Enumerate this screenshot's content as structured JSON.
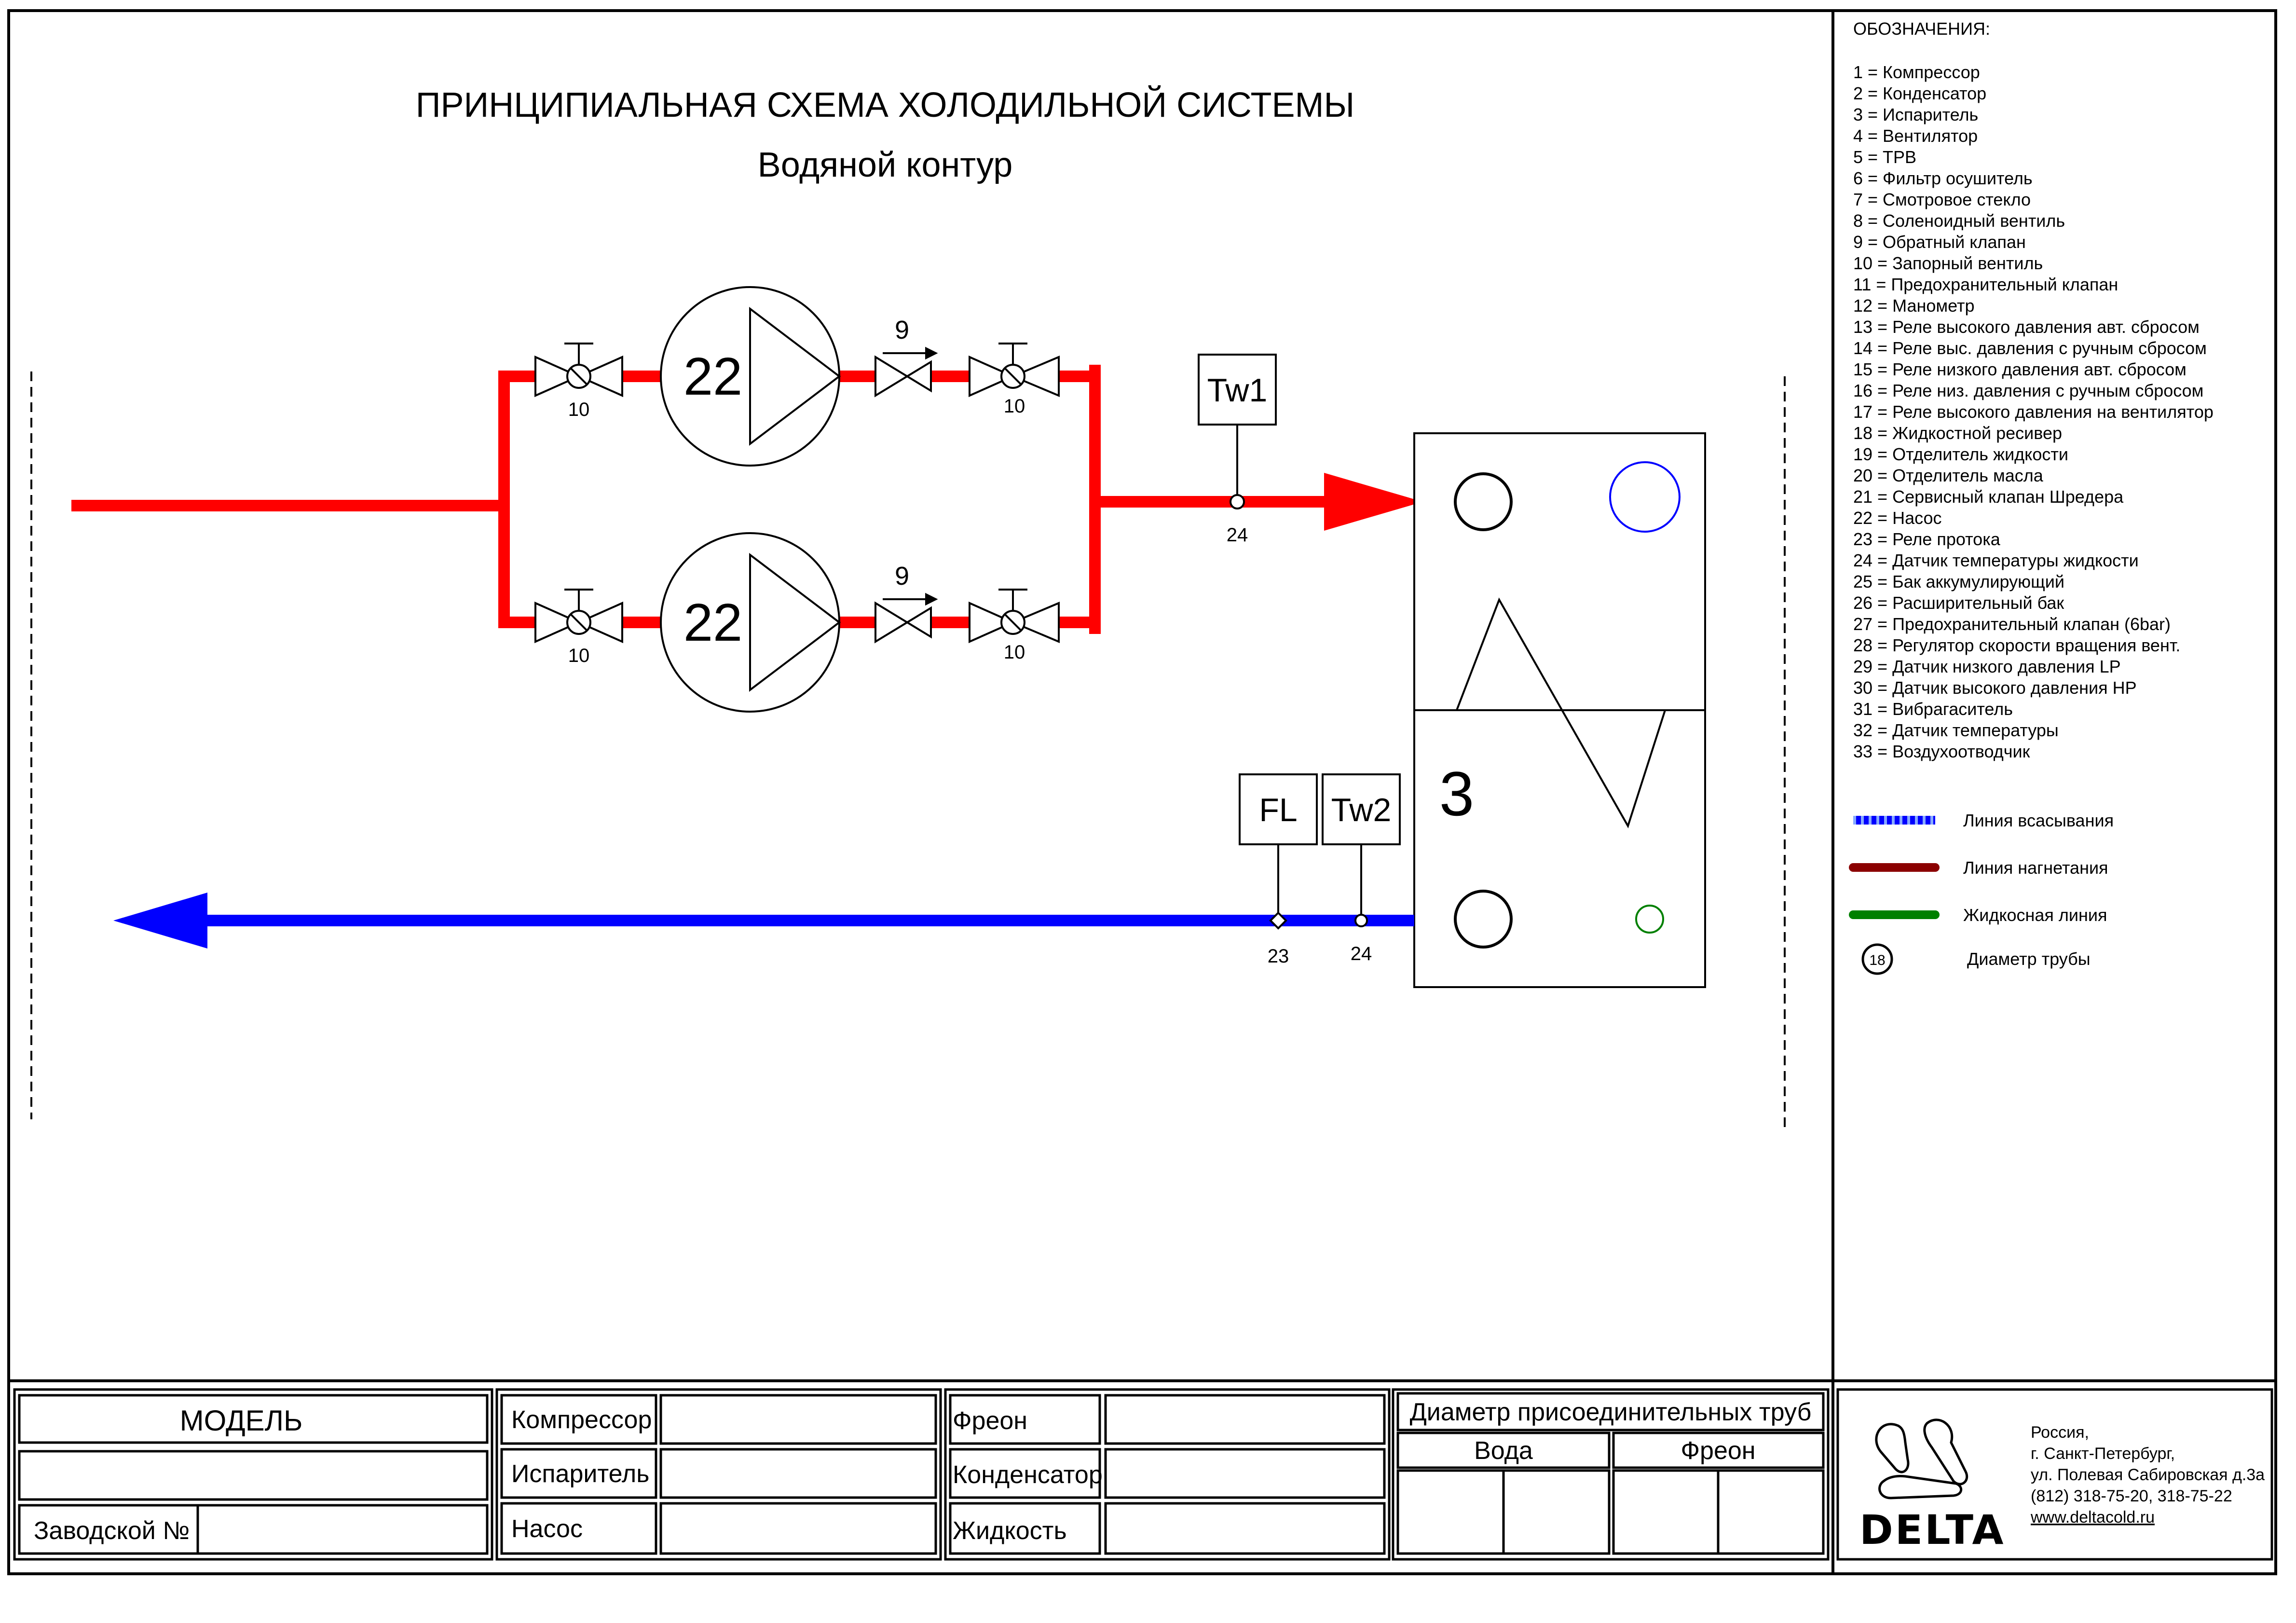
{
  "diagram": {
    "title": "ПРИНЦИПИАЛЬНАЯ СХЕМА ХОЛОДИЛЬНОЙ СИСТЕМЫ",
    "subtitle": "Водяной контур",
    "pumps": [
      {
        "number": "22",
        "valve_in": "10",
        "check_valve": "9",
        "valve_out": "10"
      },
      {
        "number": "22",
        "valve_in": "10",
        "check_valve": "9",
        "valve_out": "10"
      }
    ],
    "sensors": {
      "tw1": "Tw1",
      "tw1_ref": "24",
      "fl": "FL",
      "fl_ref": "23",
      "tw2": "Tw2",
      "tw2_ref": "24"
    },
    "evaporator_number": "3",
    "colors": {
      "supply": "#ff0000",
      "return": "#0000ff",
      "discharge": "#8b0000",
      "liquid": "#008000"
    }
  },
  "legend": {
    "heading": "ОБОЗНАЧЕНИЯ:",
    "items": [
      "1 = Компрессор",
      "2 = Конденсатор",
      "3 = Испаритель",
      "4 = Вентилятор",
      "5 = ТРВ",
      "6 = Фильтр осушитель",
      "7 = Смотровое стекло",
      "8 = Соленоидный вентиль",
      "9 = Обратный клапан",
      "10 = Запорный вентиль",
      "11 = Предохранительный клапан",
      "12 = Манометр",
      "13 = Реле высокого давления авт. сбросом",
      "14 = Реле выс. давления с ручным сбросом",
      "15 = Реле низкого давления авт. сбросом",
      "16 = Реле низ. давления с ручным сбросом",
      "17 = Реле высокого давления на вентилятор",
      "18 = Жидкостной ресивер",
      "19 = Отделитель жидкости",
      "20 = Отделитель масла",
      "21 = Сервисный клапан Шредера",
      "22 = Насос",
      "23 = Реле протока",
      "24 = Датчик температуры жидкости",
      "25 = Бак аккумулирующий",
      "26 = Расширительный бак",
      "27 = Предохранительный клапан (6bar)",
      "28 = Регулятор скорости вращения вент.",
      "29 = Датчик низкого давления LP",
      "30 = Датчик высокого давления HP",
      "31 = Вибрагаситель",
      "32 = Датчик температуры",
      "33 = Воздухоотводчик"
    ],
    "lines": {
      "suction": "Линия всасывания",
      "discharge": "Линия нагнетания",
      "liquid": "Жидкосная линия",
      "pipe_diameter_symbol": "18",
      "pipe_diameter": "Диаметр трубы"
    }
  },
  "title_block": {
    "model": "МОДЕЛЬ",
    "serial": "Заводской №",
    "compressor": "Компрессор",
    "evaporator": "Испаритель",
    "pump": "Насос",
    "freon": "Фреон",
    "condenser": "Конденсатор",
    "liquid": "Жидкость",
    "pipe_diameters": "Диаметр присоединительных труб",
    "water": "Вода",
    "freon_col": "Фреон",
    "logo": "DELTA",
    "address": [
      "Россия,",
      "г. Санкт-Петербург,",
      "ул. Полевая Сабировская д.3а",
      "(812) 318-75-20, 318-75-22",
      "www.deltacold.ru"
    ]
  }
}
